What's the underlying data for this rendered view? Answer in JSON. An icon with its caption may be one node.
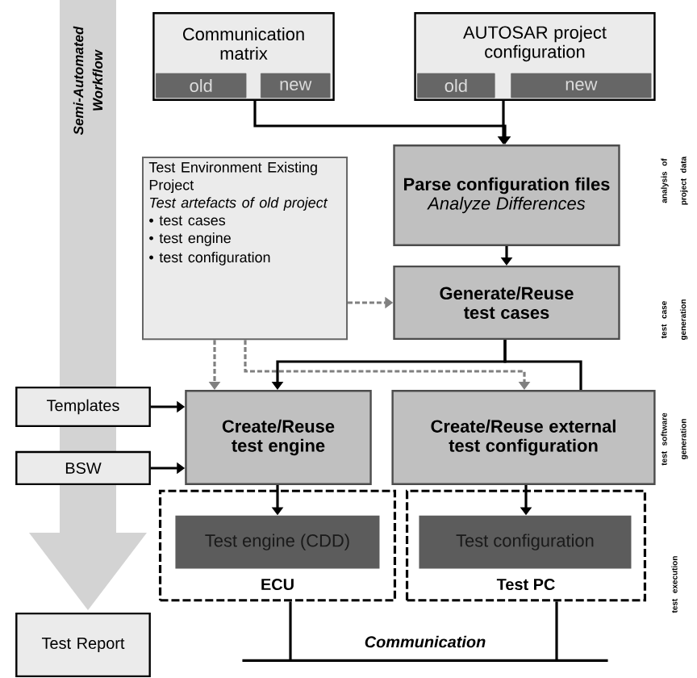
{
  "diagram": {
    "nodes": [
      {
        "text": [
          "Communication matrix"
        ]
      },
      {
        "text": [
          "old"
        ],
        "in": 0
      },
      {
        "text": [
          "new"
        ],
        "in": 0
      },
      {
        "text": [
          "AUTOSAR project configuration"
        ]
      },
      {
        "text": [
          "old"
        ],
        "in": 3
      },
      {
        "text": [
          "new"
        ],
        "in": 3
      },
      {
        "text": [
          "Parse configuration files",
          "Analyze Differences"
        ]
      },
      {
        "text": [
          "Test Environment Existing Project",
          "Test artefacts of old project",
          "• test cases",
          "• test engine",
          "• test configuration"
        ]
      },
      {
        "text": [
          "Generate/Reuse test cases"
        ]
      },
      {
        "text": [
          "Templates"
        ]
      },
      {
        "text": [
          "BSW"
        ]
      },
      {
        "text": [
          "Create/Reuse test engine"
        ]
      },
      {
        "text": [
          "Create/Reuse external test configuration"
        ]
      },
      {
        "text": [
          "ECU"
        ]
      },
      {
        "text": [
          "Test engine (CDD)"
        ],
        "in": 13
      },
      {
        "text": [
          "Test PC"
        ]
      },
      {
        "text": [
          "Test configuration"
        ],
        "in": 15
      },
      {
        "text": [
          "Test Report"
        ]
      },
      {
        "text": [
          "Semi-Automated Workflow"
        ]
      },
      {
        "text": [
          "Communication"
        ]
      }
    ],
    "edges": [
      {
        "from": 0,
        "to": 6,
        "arrow": "to"
      },
      {
        "from": 3,
        "to": 6,
        "arrow": "to"
      },
      {
        "from": 6,
        "to": 8,
        "arrow": "to"
      },
      {
        "from": 7,
        "to": 8,
        "arrow": "to",
        "style": "dashed",
        "color": "#808080"
      },
      {
        "from": 7,
        "to": 11,
        "arrow": "to",
        "style": "dashed",
        "color": "#808080"
      },
      {
        "from": 7,
        "to": 12,
        "arrow": "to",
        "style": "dashed",
        "color": "#808080"
      },
      {
        "from": 8,
        "to": 11,
        "arrow": "to"
      },
      {
        "from": 8,
        "to": 12,
        "arrow": "none"
      },
      {
        "from": 9,
        "to": 11,
        "arrow": "to"
      },
      {
        "from": 10,
        "to": 11,
        "arrow": "to"
      },
      {
        "from": 11,
        "to": 14,
        "arrow": "to"
      },
      {
        "from": 12,
        "to": 16,
        "arrow": "to"
      },
      {
        "from": 13,
        "to": 19,
        "arrow": "none"
      },
      {
        "from": 15,
        "to": 19,
        "arrow": "none"
      }
    ],
    "labels": [
      "analysis of project data",
      "test case generation",
      "test software generation",
      "test execution"
    ]
  }
}
